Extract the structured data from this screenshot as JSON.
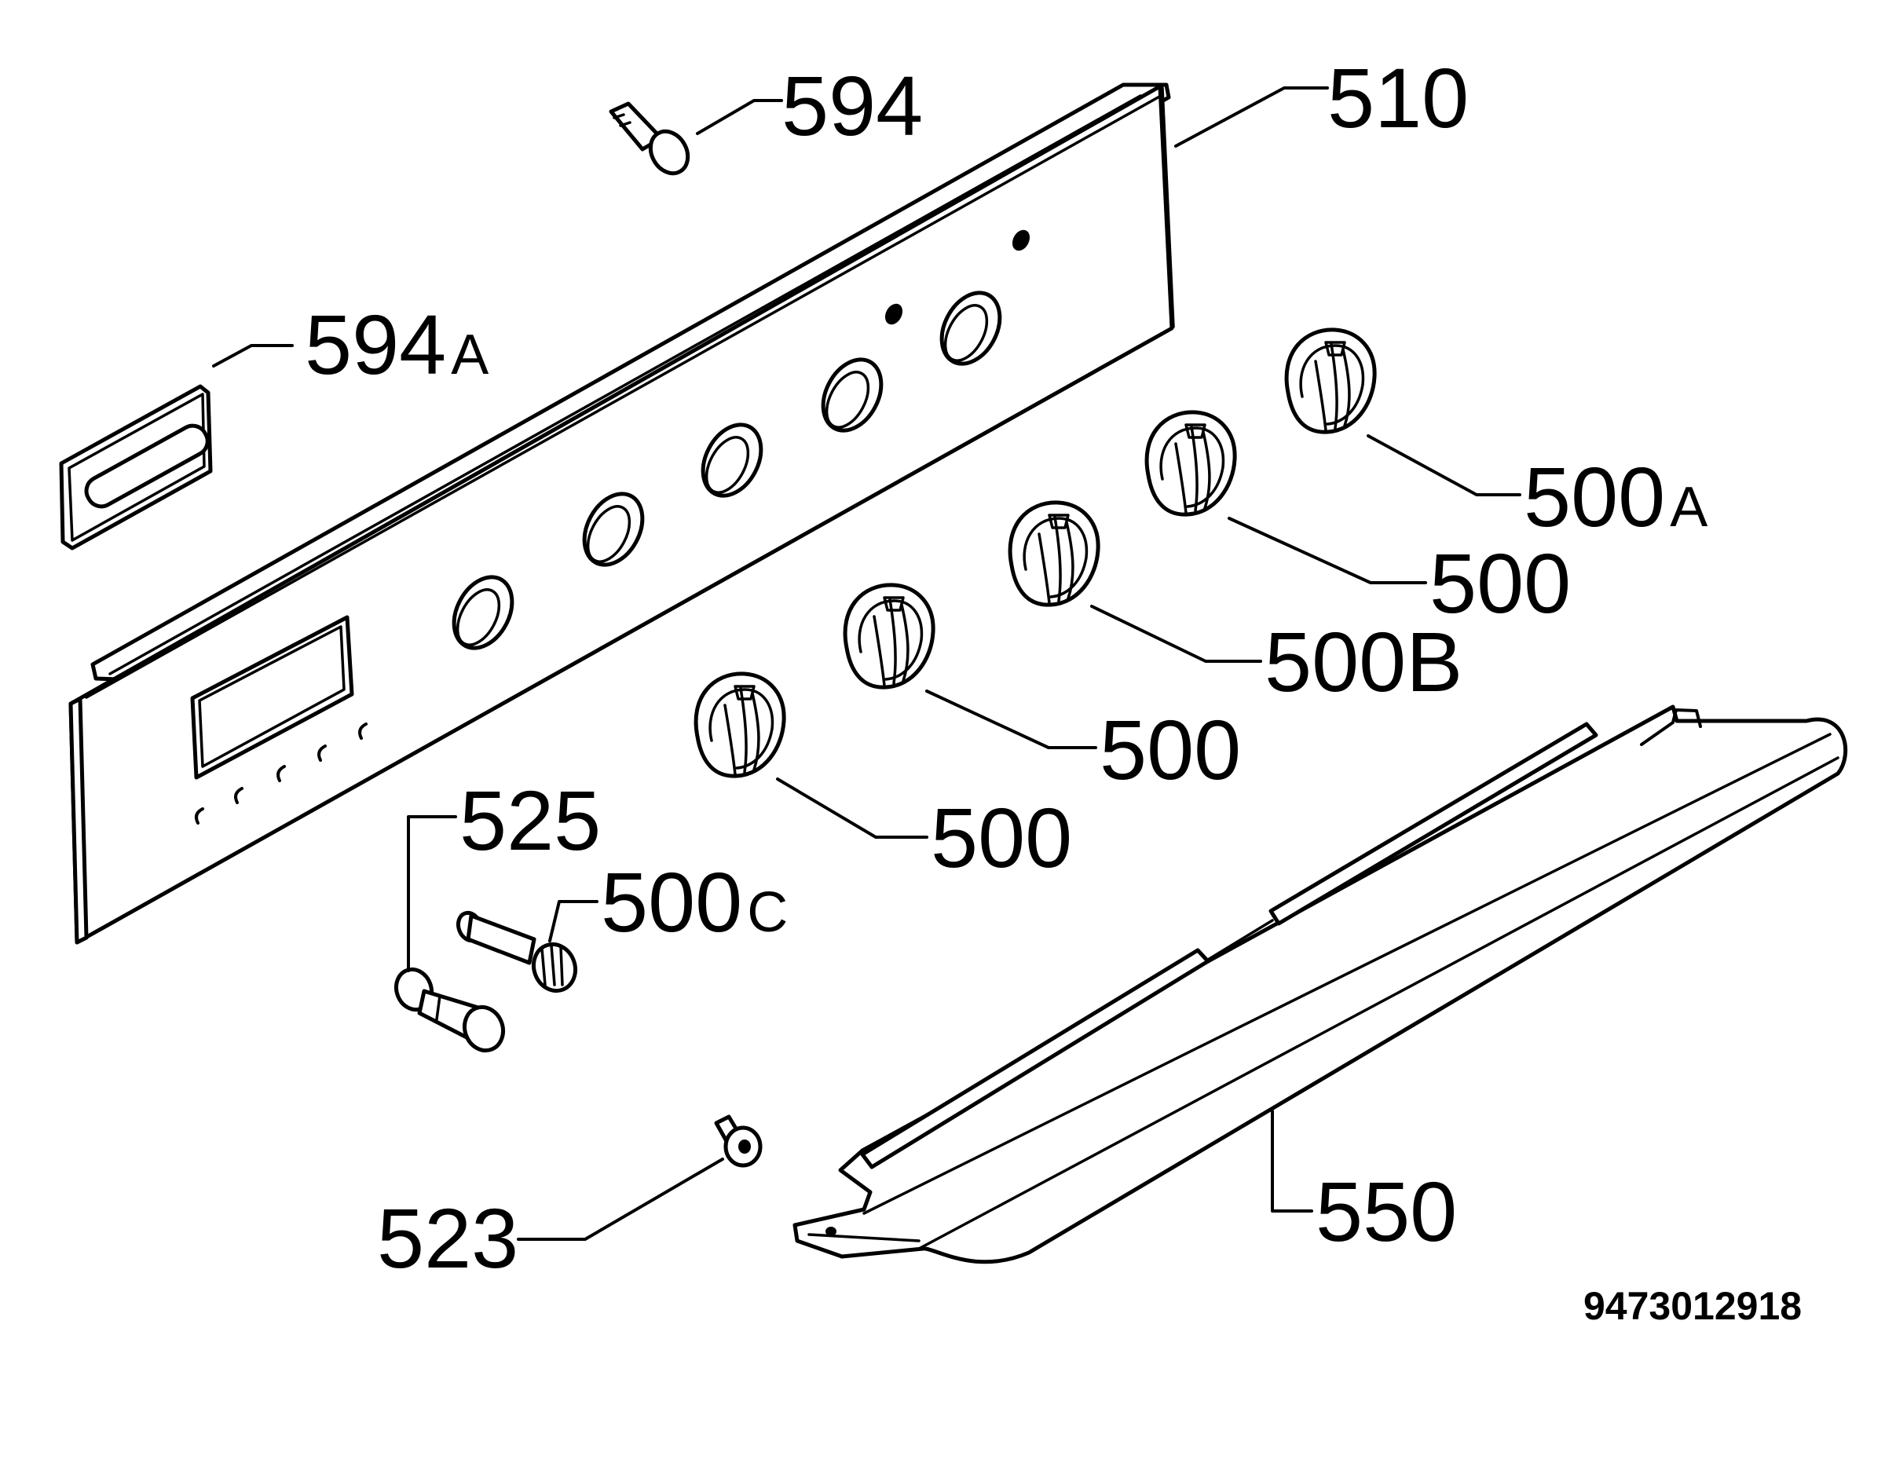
{
  "labels": {
    "p594": "594",
    "p510": "510",
    "p594a": "594",
    "p594a_suffix": "A",
    "p500a": "500",
    "p500a_suffix": "A",
    "p500_1": "500",
    "p500b": "500",
    "p500b_suffix": "B",
    "p500_2": "500",
    "p500_3": "500",
    "p525": "525",
    "p500c": "500",
    "p500c_suffix": "C",
    "p523": "523",
    "p550": "550"
  },
  "document_number": "9473012918"
}
